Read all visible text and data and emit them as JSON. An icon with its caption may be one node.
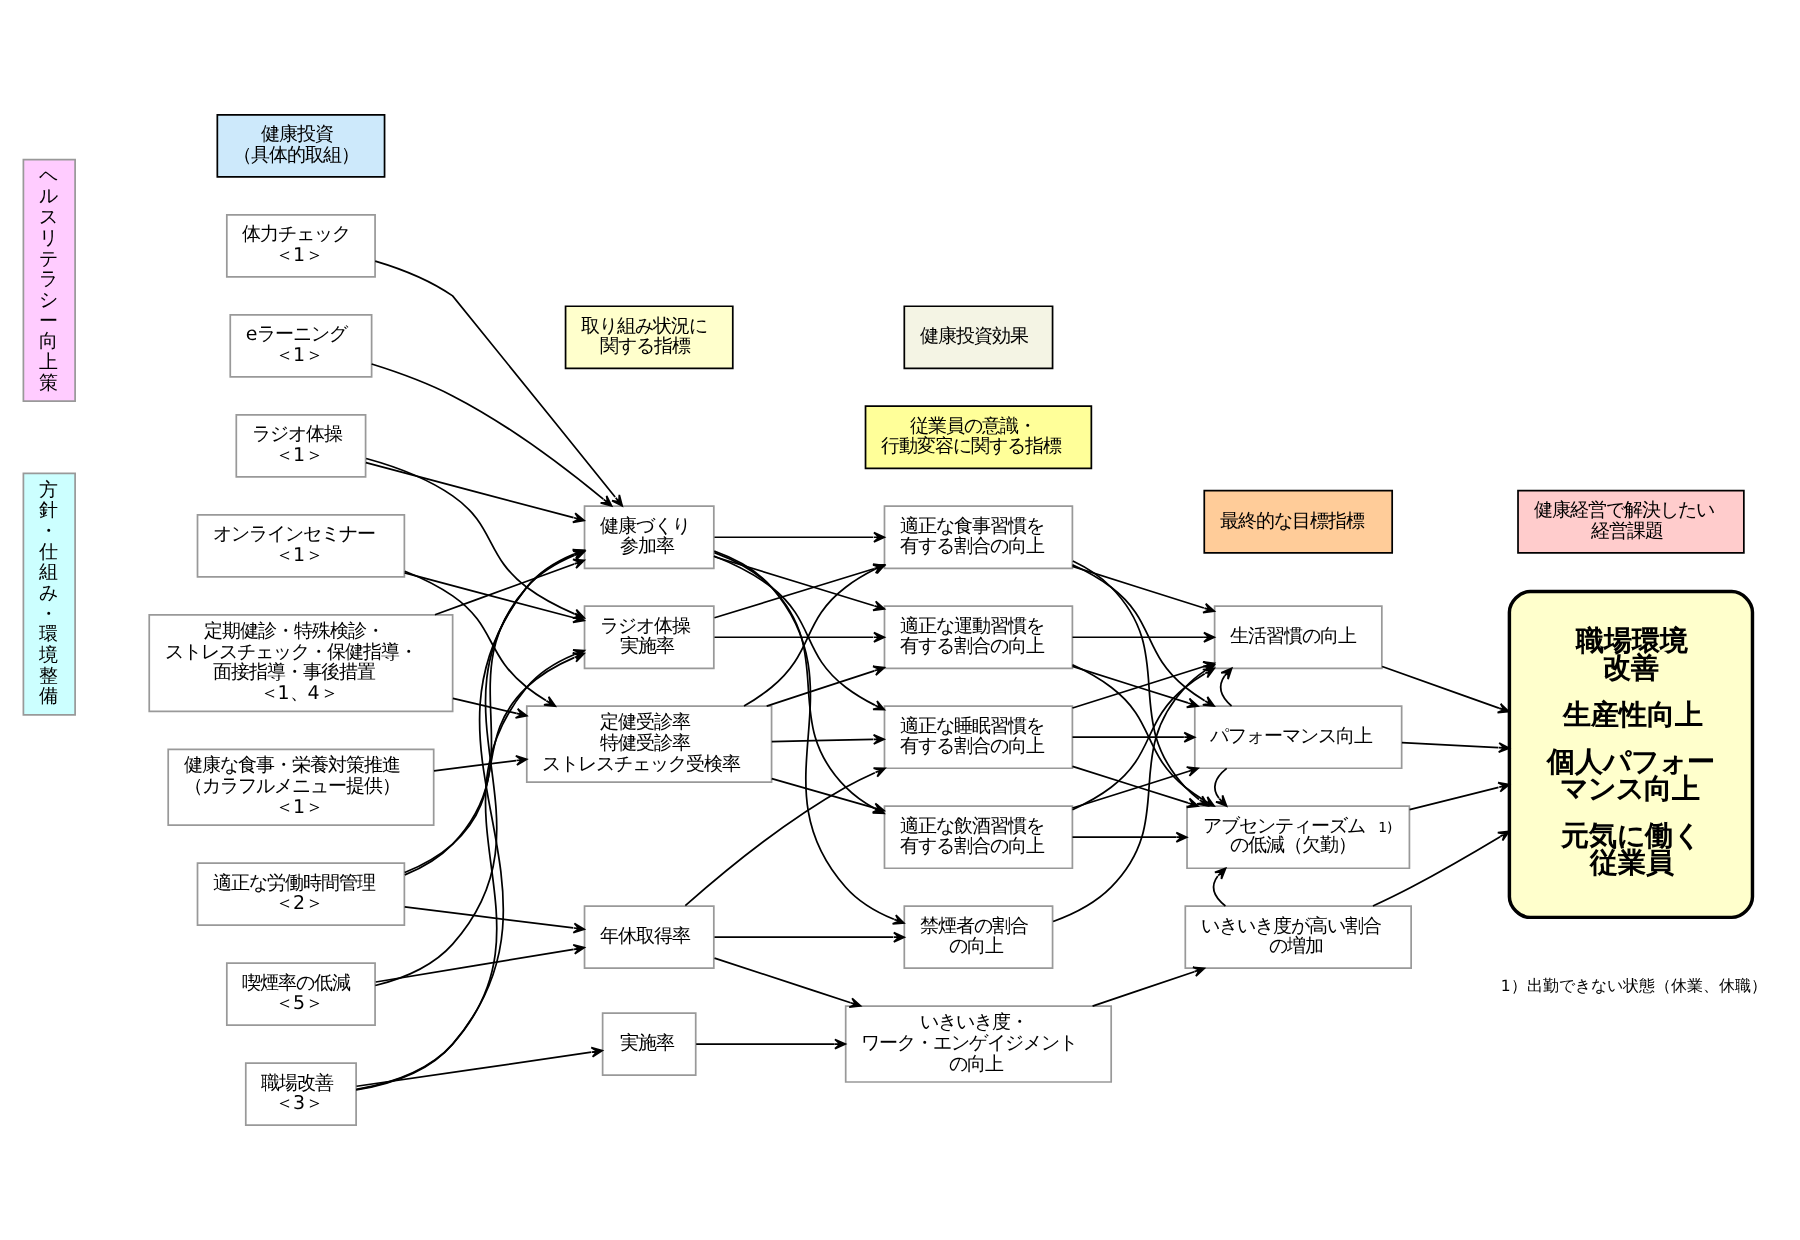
{
  "diagram": {
    "nodes": [
      {
        "text": [
          "健康投資（具体的取組）"
        ]
      },
      {
        "text": [
          "健康投資効果"
        ]
      },
      {
        "text": [
          "取り組み状況に関する指標"
        ]
      },
      {
        "text": [
          "従業員の意識・行動変容に関する指標"
        ]
      },
      {
        "text": [
          "最終的な目標指標"
        ]
      },
      {
        "text": [
          "健康経営で解決したい経営課題"
        ]
      },
      {
        "text": [
          "ヘルスリテラシー向上策"
        ]
      },
      {
        "text": [
          "方針・仕組み・環境整備"
        ]
      },
      {
        "text": [
          "体力チェック＜1＞"
        ]
      },
      {
        "text": [
          "eラーニング＜1＞"
        ]
      },
      {
        "text": [
          "ラジオ体操＜1＞"
        ]
      },
      {
        "text": [
          "オンラインセミナー＜1＞"
        ]
      },
      {
        "text": [
          "定期健診・特殊検診・ストレスチェック・保健指導・面接指導・事後措置＜1、4＞"
        ]
      },
      {
        "text": [
          "健康な食事・栄養対策推進（カラフルメニュー提供）＜1＞"
        ]
      },
      {
        "text": [
          "適正な労働時間管理＜2＞"
        ]
      },
      {
        "text": [
          "喫煙率の低減＜5＞"
        ]
      },
      {
        "text": [
          "職場改善＜3＞"
        ]
      },
      {
        "text": [
          "健康づくり参加率"
        ]
      },
      {
        "text": [
          "ラジオ体操実施率"
        ]
      },
      {
        "text": [
          "定健受診率特健受診率ストレスチェック受検率"
        ]
      },
      {
        "text": [
          "年休取得率"
        ]
      },
      {
        "text": [
          "実施率"
        ]
      },
      {
        "text": [
          "適正な食事習慣を有する割合の向上"
        ]
      },
      {
        "text": [
          "適正な運動習慣を有する割合の向上"
        ]
      },
      {
        "text": [
          "適正な睡眠習慣を有する割合の向上"
        ]
      },
      {
        "text": [
          "適正な飲酒習慣を有する割合の向上"
        ]
      },
      {
        "text": [
          "禁煙者の割合の向上"
        ]
      },
      {
        "text": [
          "いきいき度・ワーク・エンゲイジメントの向上"
        ]
      },
      {
        "text": [
          "生活習慣の向上"
        ]
      },
      {
        "text": [
          "パフォーマンス向上"
        ]
      },
      {
        "text": [
          "アブセンティーズム$^{1)}$の低減（欠勤）"
        ]
      },
      {
        "text": [
          "いきいき度が高い割合の増加"
        ]
      },
      {
        "text": [
          "職場環境改善",
          "生産性向上",
          "個人パフォーマンス向上",
          "元気に働く従業員"
        ]
      }
    ],
    "edges": [
      {
        "from": 8,
        "to": 17,
        "arrow": "to"
      },
      {
        "from": 9,
        "to": 17,
        "arrow": "to"
      },
      {
        "from": 10,
        "to": 17,
        "arrow": "to"
      },
      {
        "from": 10,
        "to": 18,
        "arrow": "to"
      },
      {
        "from": 11,
        "to": 18,
        "arrow": "to"
      },
      {
        "from": 11,
        "to": 19,
        "arrow": "to"
      },
      {
        "from": 12,
        "to": 17,
        "arrow": "to"
      },
      {
        "from": 12,
        "to": 19,
        "arrow": "to"
      },
      {
        "from": 13,
        "to": 19,
        "arrow": "to"
      },
      {
        "from": 14,
        "to": 17,
        "arrow": "to"
      },
      {
        "from": 14,
        "to": 18,
        "arrow": "to"
      },
      {
        "from": 14,
        "to": 20,
        "arrow": "to"
      },
      {
        "from": 15,
        "to": 17,
        "arrow": "to"
      },
      {
        "from": 15,
        "to": 20,
        "arrow": "to"
      },
      {
        "from": 16,
        "to": 17,
        "arrow": "to"
      },
      {
        "from": 16,
        "to": 18,
        "arrow": "to"
      },
      {
        "from": 16,
        "to": 21,
        "arrow": "to"
      },
      {
        "from": 17,
        "to": 22,
        "arrow": "to"
      },
      {
        "from": 17,
        "to": 23,
        "arrow": "to"
      },
      {
        "from": 17,
        "to": 24,
        "arrow": "to"
      },
      {
        "from": 17,
        "to": 25,
        "arrow": "to"
      },
      {
        "from": 17,
        "to": 26,
        "arrow": "to"
      },
      {
        "from": 18,
        "to": 22,
        "arrow": "to"
      },
      {
        "from": 18,
        "to": 23,
        "arrow": "to"
      },
      {
        "from": 19,
        "to": 22,
        "arrow": "to"
      },
      {
        "from": 19,
        "to": 23,
        "arrow": "to"
      },
      {
        "from": 19,
        "to": 24,
        "arrow": "to"
      },
      {
        "from": 19,
        "to": 25,
        "arrow": "to"
      },
      {
        "from": 20,
        "to": 24,
        "arrow": "to"
      },
      {
        "from": 20,
        "to": 26,
        "arrow": "to"
      },
      {
        "from": 20,
        "to": 27,
        "arrow": "to"
      },
      {
        "from": 21,
        "to": 27,
        "arrow": "to"
      },
      {
        "from": 22,
        "to": 28,
        "arrow": "to"
      },
      {
        "from": 22,
        "to": 29,
        "arrow": "to"
      },
      {
        "from": 22,
        "to": 30,
        "arrow": "to"
      },
      {
        "from": 23,
        "to": 28,
        "arrow": "to"
      },
      {
        "from": 23,
        "to": 29,
        "arrow": "to"
      },
      {
        "from": 23,
        "to": 30,
        "arrow": "to"
      },
      {
        "from": 24,
        "to": 28,
        "arrow": "to"
      },
      {
        "from": 24,
        "to": 29,
        "arrow": "to"
      },
      {
        "from": 24,
        "to": 30,
        "arrow": "to"
      },
      {
        "from": 25,
        "to": 28,
        "arrow": "to"
      },
      {
        "from": 25,
        "to": 29,
        "arrow": "to"
      },
      {
        "from": 25,
        "to": 30,
        "arrow": "to"
      },
      {
        "from": 26,
        "to": 28,
        "arrow": "to"
      },
      {
        "from": 27,
        "to": 31,
        "arrow": "to"
      },
      {
        "from": 29,
        "to": 28,
        "arrow": "to"
      },
      {
        "from": 29,
        "to": 30,
        "arrow": "to"
      },
      {
        "from": 31,
        "to": 30,
        "arrow": "to"
      },
      {
        "from": 28,
        "to": 32,
        "arrow": "to"
      },
      {
        "from": 29,
        "to": 32,
        "arrow": "to"
      },
      {
        "from": 30,
        "to": 32,
        "arrow": "to"
      },
      {
        "from": 31,
        "to": 32,
        "arrow": "to"
      }
    ],
    "labels": [
      "1）出勤できない状態（休業、休職）"
    ]
  }
}
